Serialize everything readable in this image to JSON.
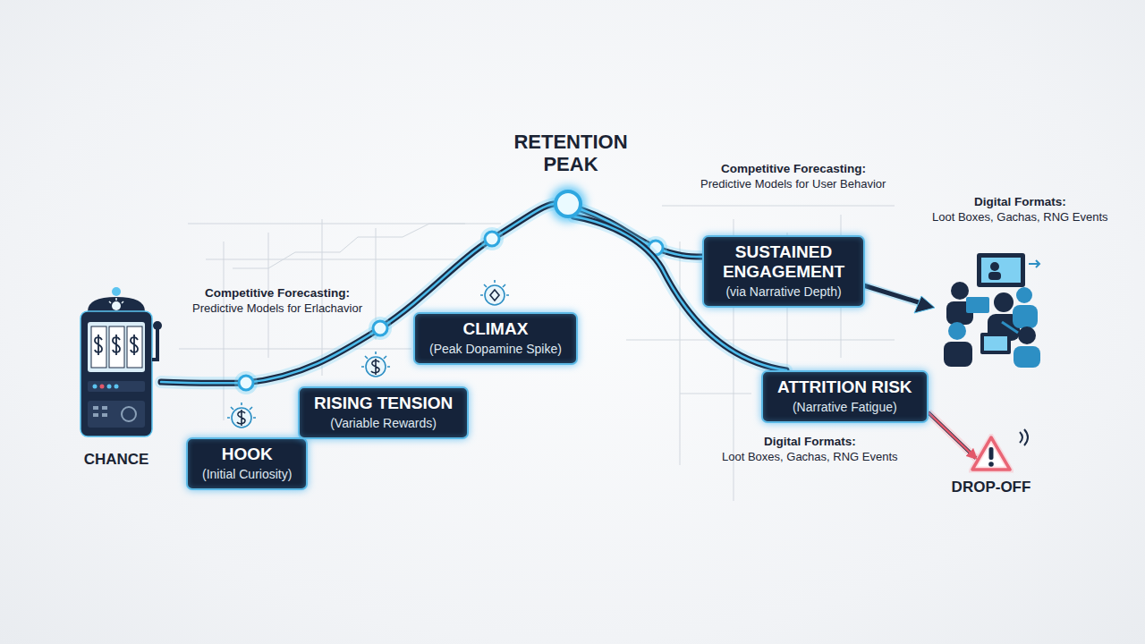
{
  "diagram": {
    "nodes": [
      {
        "text": [
          "CHANCE"
        ]
      },
      {
        "text": [
          "HOOK",
          "(Initial Curiosity)"
        ]
      },
      {
        "text": [
          "RISING TENSION",
          "(Variable Rewards)"
        ]
      },
      {
        "text": [
          "CLIMAX",
          "(Peak Dopamine Spike)"
        ]
      },
      {
        "text": [
          "RETENTION PEAK"
        ]
      },
      {
        "text": [
          "SUSTAINED ENGAGEMENT",
          "(via Narrative Depth)"
        ]
      },
      {
        "text": [
          "ATTRITION RISK",
          "(Narrative Fatigue)"
        ]
      },
      {
        "text": [
          "DROP-OFF"
        ]
      }
    ],
    "edges": [
      {
        "from": 0,
        "to": 4,
        "arrow": "none"
      },
      {
        "from": 4,
        "to": 5,
        "arrow": "none"
      },
      {
        "from": 4,
        "to": 6,
        "arrow": "none"
      },
      {
        "from": 6,
        "to": 7,
        "arrow": "to"
      }
    ],
    "labels": [
      "Competitive Forecasting:",
      "Predictive Models for Erlachavior",
      "Competitive Forecasting:",
      "Predictive Models for User Behavior",
      "Digital Formats:",
      "Loot Boxes, Gachas, RNG Events",
      "Digital Formats:",
      "Loot Boxes, Gachas, RNG Events"
    ]
  }
}
